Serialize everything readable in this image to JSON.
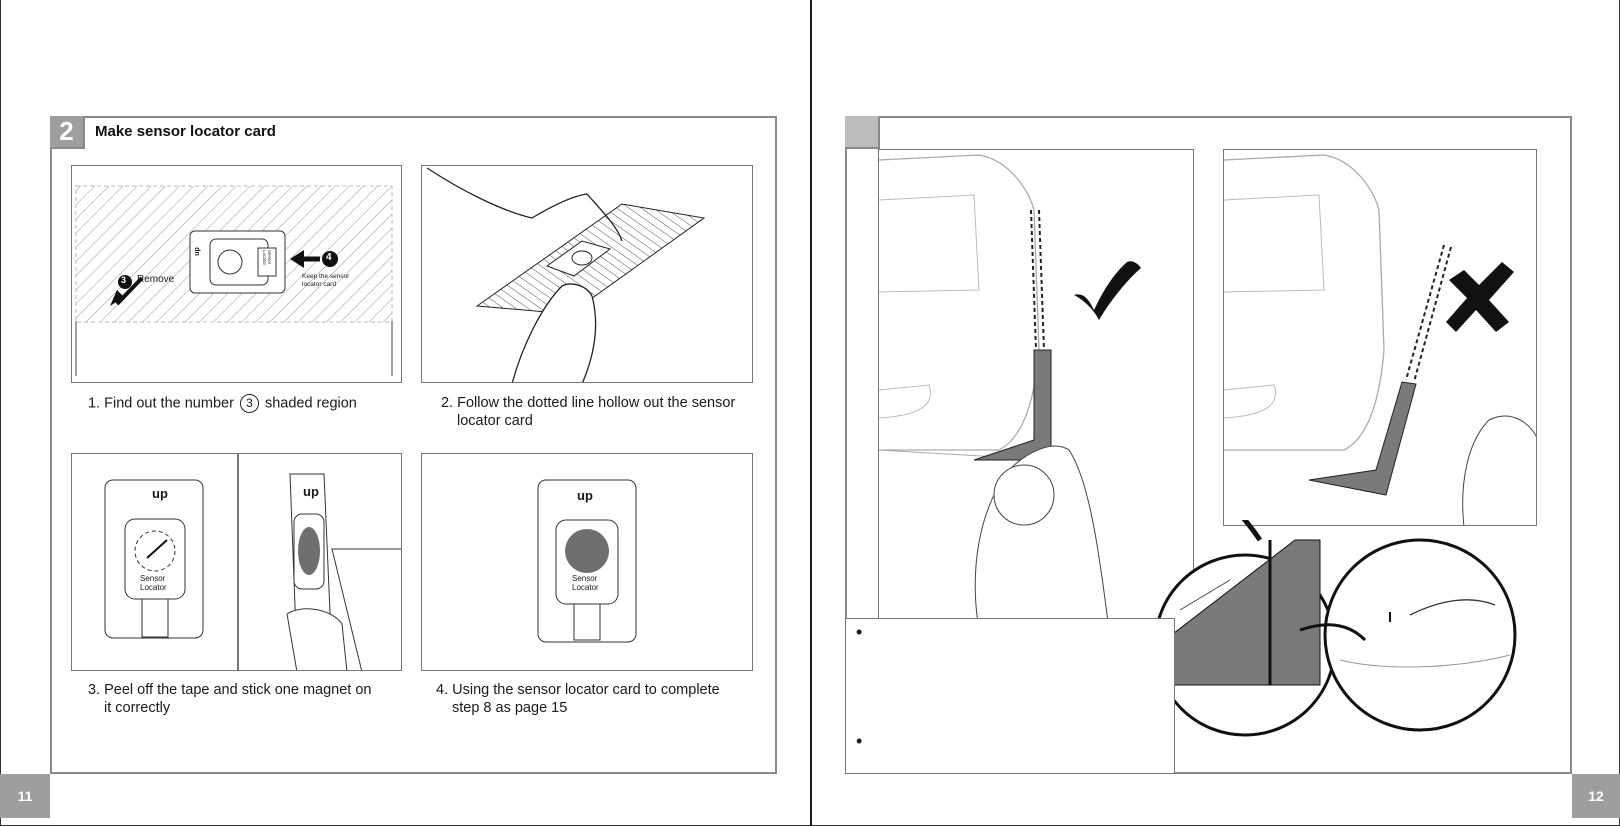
{
  "left_page": {
    "section_number": "2",
    "section_title": "Make sensor locator card",
    "page_number": "11",
    "panels": [
      {
        "labels": {
          "step3_num": "3",
          "step3_text": "Remove",
          "step4_num": "4",
          "step4_text_1": "Keep the sensor",
          "step4_text_2": "locator card",
          "card_up": "up",
          "card_sensor": "Sensor Locator"
        }
      },
      {},
      {
        "labels": {
          "up": "up",
          "sensor": "Sensor",
          "locator": "Locator"
        }
      },
      {
        "labels": {
          "up": "up",
          "sensor": "Sensor",
          "locator": "Locator"
        }
      }
    ],
    "captions": [
      {
        "num": "1.",
        "pre": "Find out the number",
        "circled": "3",
        "post": "shaded region"
      },
      {
        "num": "2.",
        "line1": "Follow the dotted line hollow out the sensor",
        "line2": "locator card"
      },
      {
        "num": "3.",
        "line1": "Peel off the tape and stick one magnet on",
        "line2": "it correctly"
      },
      {
        "num": "4.",
        "line1": "Using the sensor locator card to complete",
        "line2": "step 8 as page 15"
      }
    ]
  },
  "right_page": {
    "page_number": "12",
    "notes": [
      "",
      ""
    ],
    "marks": {
      "correct": "check-mark",
      "wrong": "cross-mark"
    }
  },
  "colors": {
    "badge": "#9e9e9e",
    "border": "#8a8a8a",
    "fill_gray": "#7a7a7a"
  }
}
